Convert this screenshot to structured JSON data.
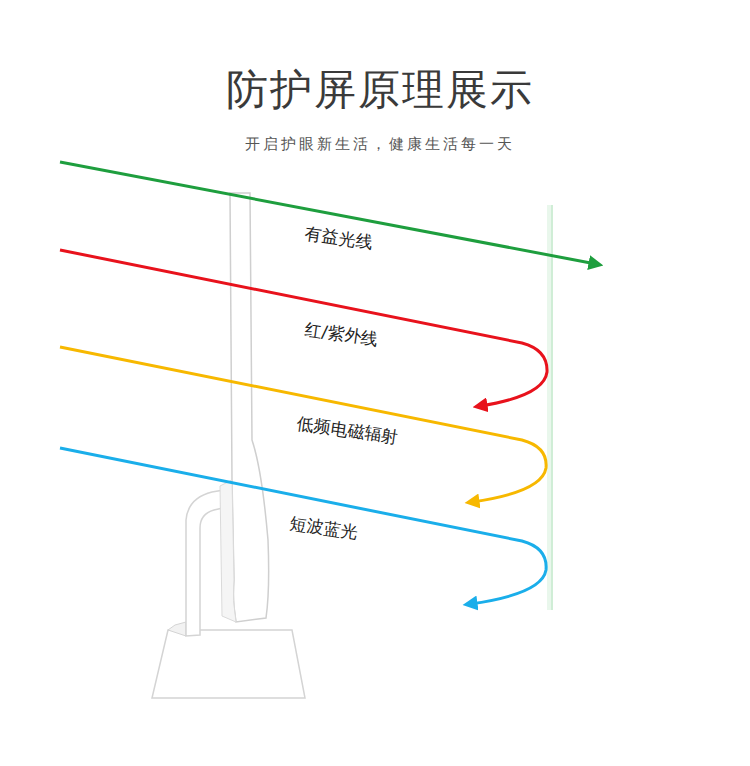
{
  "diagram": {
    "title": "防护屏原理展示",
    "caption": "开启护眼新生活，健康生活每一天",
    "labels": [
      "有益光线",
      "红/紫外线",
      "低频电磁辐射",
      "短波蓝光"
    ]
  }
}
